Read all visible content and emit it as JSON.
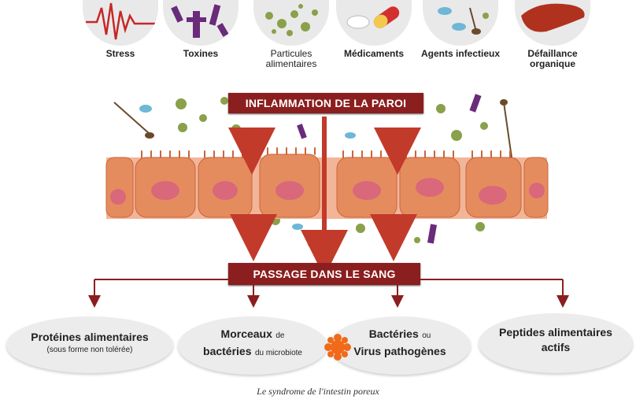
{
  "causes": [
    {
      "label": "Stress",
      "icon": "stress-wave-icon"
    },
    {
      "label": "Toxines",
      "icon": "toxin-molecule-icon"
    },
    {
      "label": "Particules alimentaires",
      "icon": "food-particles-icon"
    },
    {
      "label": "Médicaments",
      "icon": "pill-icon"
    },
    {
      "label": "Agents infectieux",
      "icon": "microbe-icon"
    },
    {
      "label": "Défaillance organique",
      "icon": "liver-icon"
    }
  ],
  "inflammation_banner": "INFLAMMATION DE LA PAROI",
  "blood_banner": "PASSAGE DANS LE SANG",
  "outcomes": [
    {
      "line1_bold": "Protéines alimentaires",
      "line2": "(sous forme non tolérée)"
    },
    {
      "line1_bold": "Morceaux",
      "line1_small": "de",
      "line2_bold": "bactéries",
      "line2_small": "du microbiote"
    },
    {
      "line1_bold": "Bactéries",
      "line1_small": "ou",
      "line2_bold": "Virus pathogènes"
    },
    {
      "line1_bold": "Peptides alimentaires",
      "line2_bold": "actifs"
    }
  ],
  "caption": "Le syndrome de l'intestin poreux",
  "colors": {
    "banner": "#8b1e1e",
    "arrow": "#c23a2a",
    "cell": "#e58c5e",
    "nucleus": "#d9687a",
    "connector": "#8b1e1e",
    "splat": "#f06a1a"
  }
}
